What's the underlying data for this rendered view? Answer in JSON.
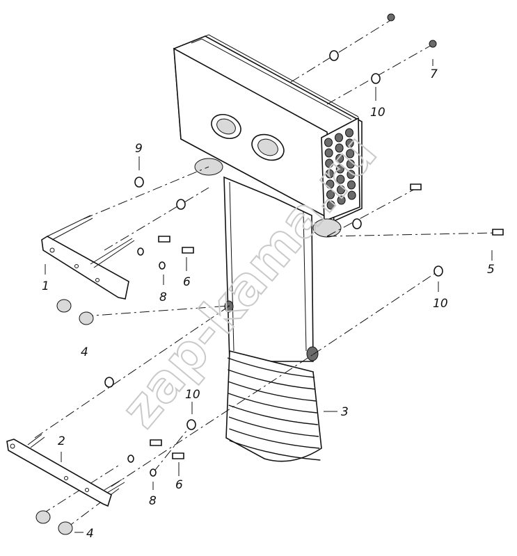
{
  "labels": {
    "n1": "1",
    "n2": "2",
    "n3": "3",
    "n4a": "4",
    "n4b": "4",
    "n5": "5",
    "n6a": "6",
    "n6b": "6",
    "n7": "7",
    "n8a": "8",
    "n8b": "8",
    "n9": "9",
    "n10a": "10",
    "n10b": "10",
    "n10c": "10"
  },
  "watermark": "zap-kama.ru",
  "colors": {
    "line": "#111111",
    "watermark": "#c9c9c9",
    "background": "#ffffff"
  }
}
